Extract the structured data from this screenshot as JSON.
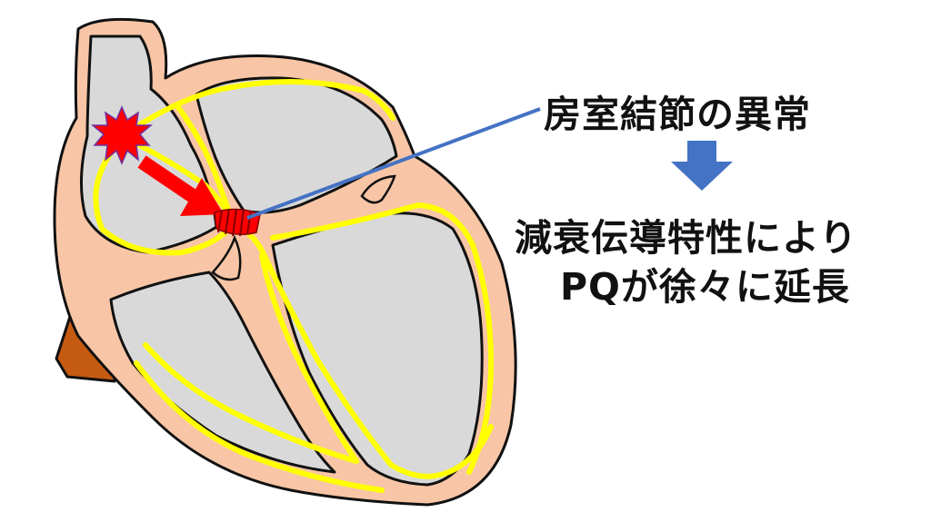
{
  "labels": {
    "title": "房室結節の異常",
    "line1": "減衰伝導特性により",
    "line2": "PQが徐々に延長"
  },
  "colors": {
    "tissue": "#f8c6a6",
    "chamber": "#d9d9d9",
    "aorta": "#c55a11",
    "conduction": "#ffff00",
    "sa_node": "#ff0000",
    "impulse_arrow": "#ff0000",
    "pointer_line": "#4472c4",
    "down_arrow": "#4472c4",
    "outline": "#111111"
  },
  "icons": {
    "sa_node": "starburst-icon",
    "av_node": "av-node-coil-icon",
    "arrow": "down-arrow-icon"
  }
}
